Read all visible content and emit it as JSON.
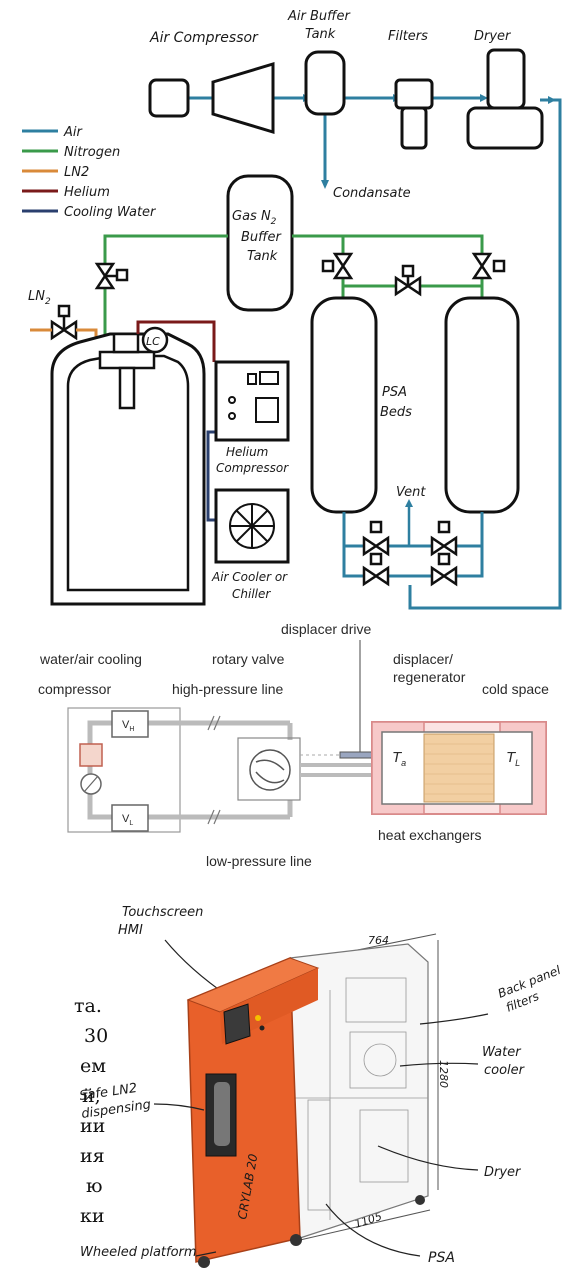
{
  "nitrogen_diagram": {
    "legend": [
      {
        "label": "Air",
        "color": "#2e7fa0"
      },
      {
        "label": "Nitrogen",
        "color": "#3a9a4a"
      },
      {
        "label": "LN2",
        "color": "#d98a3a"
      },
      {
        "label": "Helium",
        "color": "#7a1a1a"
      },
      {
        "label": "Cooling Water",
        "color": "#2a3f6e"
      }
    ],
    "labels": {
      "air_compressor": "Air Compressor",
      "air_buffer_tank_1": "Air Buffer",
      "air_buffer_tank_2": "Tank",
      "filters": "Filters",
      "dryer": "Dryer",
      "condensate": "Condansate",
      "gas_n2_buffer_1": "Gas N",
      "gas_n2_buffer_sub": "2",
      "gas_n2_buffer_2": "Buffer",
      "gas_n2_buffer_3": "Tank",
      "ln2_inlet": "LN",
      "ln2_inlet_sub": "2",
      "lc_gauge": "LC",
      "psa_beds_1": "PSA",
      "psa_beds_2": "Beds",
      "vent": "Vent",
      "helium_compressor_1": "Helium",
      "helium_compressor_2": "Compressor",
      "air_cooler_1": "Air Cooler or",
      "air_cooler_2": "Chiller"
    }
  },
  "cryocooler_diagram": {
    "labels": {
      "displacer_drive": "displacer drive",
      "water_air_cooling": "water/air cooling",
      "rotary_valve": "rotary valve",
      "displacer_regenerator_1": "displacer/",
      "displacer_regenerator_2": "regenerator",
      "compressor": "compressor",
      "high_pressure_line": "high-pressure line",
      "cold_space": "cold space",
      "vh": "V",
      "vh_sub": "H",
      "vl": "V",
      "vl_sub": "L",
      "ta": "T",
      "ta_sub": "a",
      "tl": "T",
      "tl_sub": "L",
      "heat_exchangers": "heat exchangers",
      "low_pressure_line": "low-pressure line"
    }
  },
  "machine_illustration": {
    "labels": {
      "touchscreen_1": "Touchscreen",
      "touchscreen_2": "HMI",
      "back_panel_1": "Back panel",
      "back_panel_2": "filters",
      "water_cooler_1": "Water",
      "water_cooler_2": "cooler",
      "safe_ln2_1": "Safe LN2",
      "safe_ln2_2": "dispensing",
      "dryer": "Dryer",
      "wheeled_platform": "Wheeled platform",
      "psa": "PSA",
      "dim_width": "764",
      "dim_height": "1280",
      "dim_depth": "1105",
      "brand": "CRYLAB 20"
    }
  },
  "side_text": {
    "lines": [
      "та.",
      "30",
      "ем",
      "й,",
      "ии",
      "ия",
      "ю",
      "ки"
    ]
  }
}
